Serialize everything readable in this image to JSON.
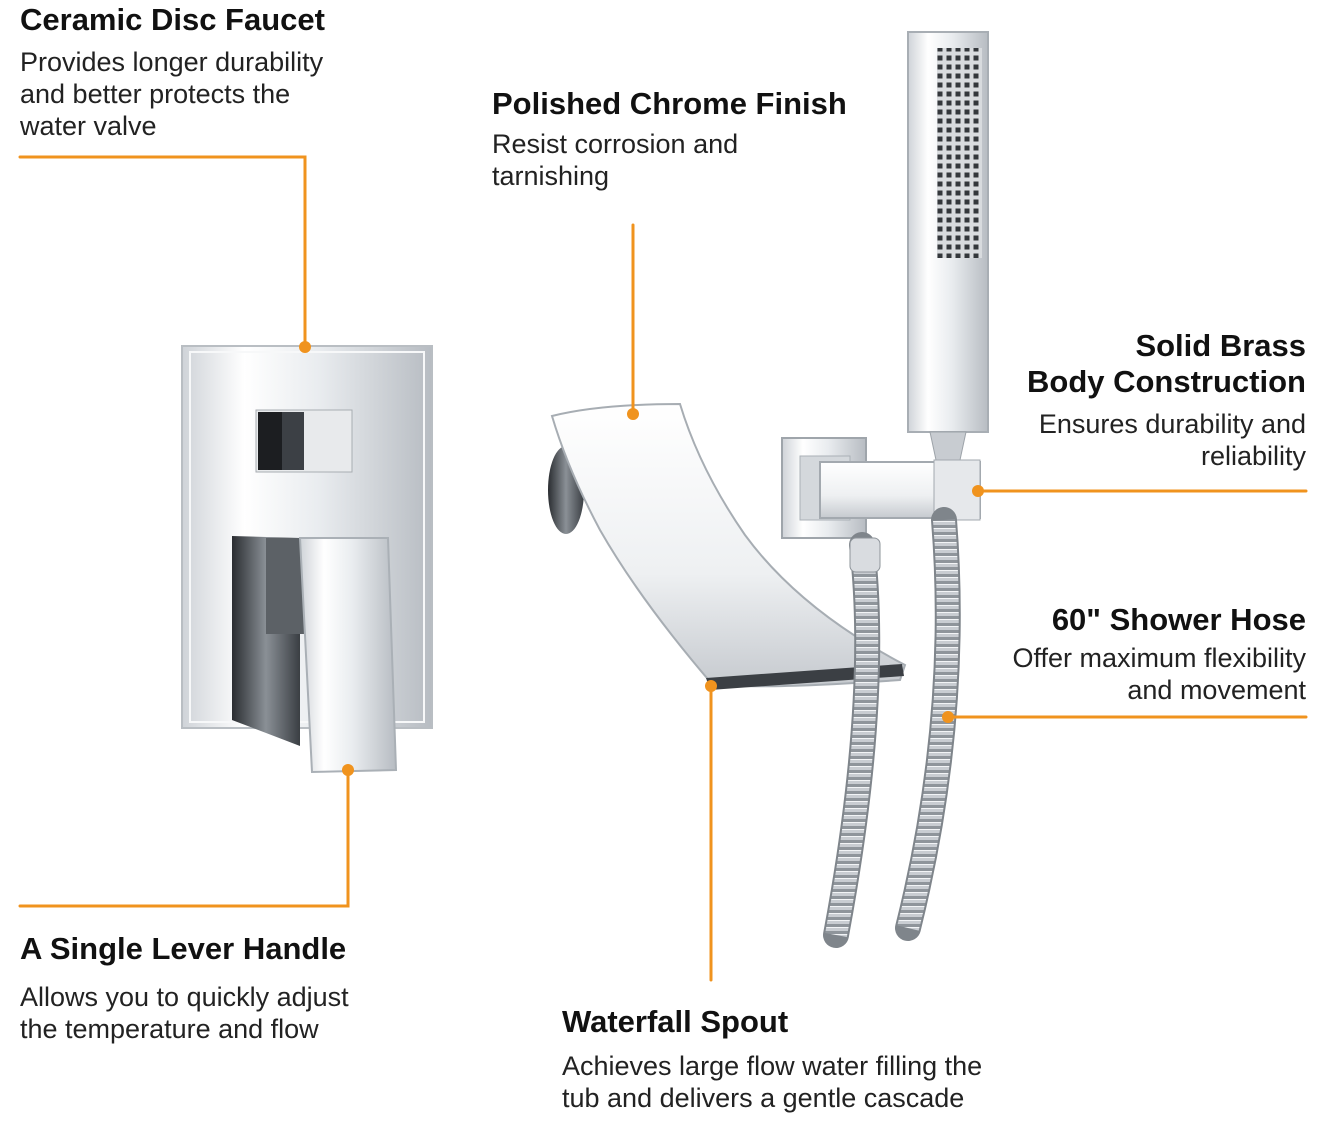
{
  "colors": {
    "leader": "#F0931E",
    "text": "#111111"
  },
  "features": {
    "ceramic": {
      "title": "Ceramic Disc Faucet",
      "lines": [
        "Provides longer durability",
        "and better protects the",
        "water valve"
      ]
    },
    "chrome": {
      "title": "Polished Chrome Finish",
      "lines": [
        "Resist corrosion and",
        "tarnishing"
      ]
    },
    "brass": {
      "title_lines": [
        "Solid Brass",
        "Body Construction"
      ],
      "lines": [
        "Ensures durability and",
        "reliability"
      ]
    },
    "hose": {
      "title": "60\" Shower Hose",
      "lines": [
        "Offer maximum flexibility",
        "and movement"
      ]
    },
    "lever": {
      "title": "A Single Lever Handle",
      "lines": [
        "Allows you to quickly adjust",
        "the temperature and flow"
      ]
    },
    "spout": {
      "title": "Waterfall Spout",
      "lines": [
        "Achieves large flow water filling the",
        "tub and delivers a gentle cascade"
      ]
    }
  }
}
